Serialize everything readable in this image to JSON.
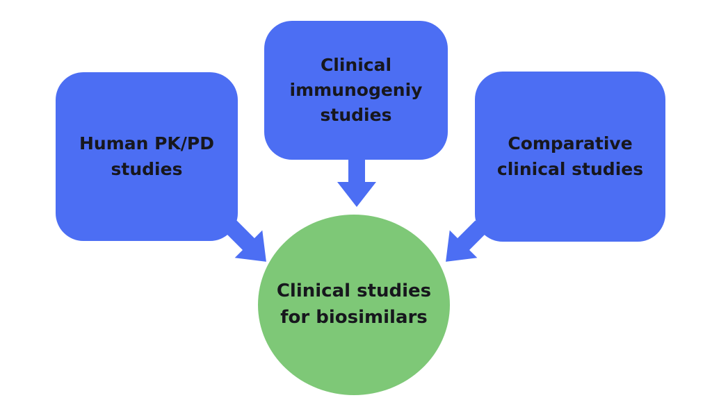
{
  "diagram": {
    "colors": {
      "background": "#ffffff",
      "node_fill_blue": "#4c6ef3",
      "center_fill_green": "#7ec877",
      "text": "#17171d",
      "arrow": "#4c6ef3"
    },
    "sources": [
      {
        "label": "Human PK/PD studies",
        "lines": [
          "Human PK/PD",
          "studies"
        ]
      },
      {
        "label": "Clinical immunogeniy studies",
        "lines": [
          "Clinical",
          "immunogeniy",
          "studies"
        ]
      },
      {
        "label": "Comparative clinical studies",
        "lines": [
          "Comparative",
          "clinical studies"
        ]
      }
    ],
    "center": {
      "label": "Clinical studies for biosimilars",
      "lines": [
        "Clinical studies",
        "for biosimilars"
      ]
    },
    "arrows": [
      {
        "name": "arrow-left-box-to-center",
        "direction": "down-right"
      },
      {
        "name": "arrow-middle-box-to-center",
        "direction": "down"
      },
      {
        "name": "arrow-right-box-to-center",
        "direction": "down-left"
      }
    ]
  }
}
